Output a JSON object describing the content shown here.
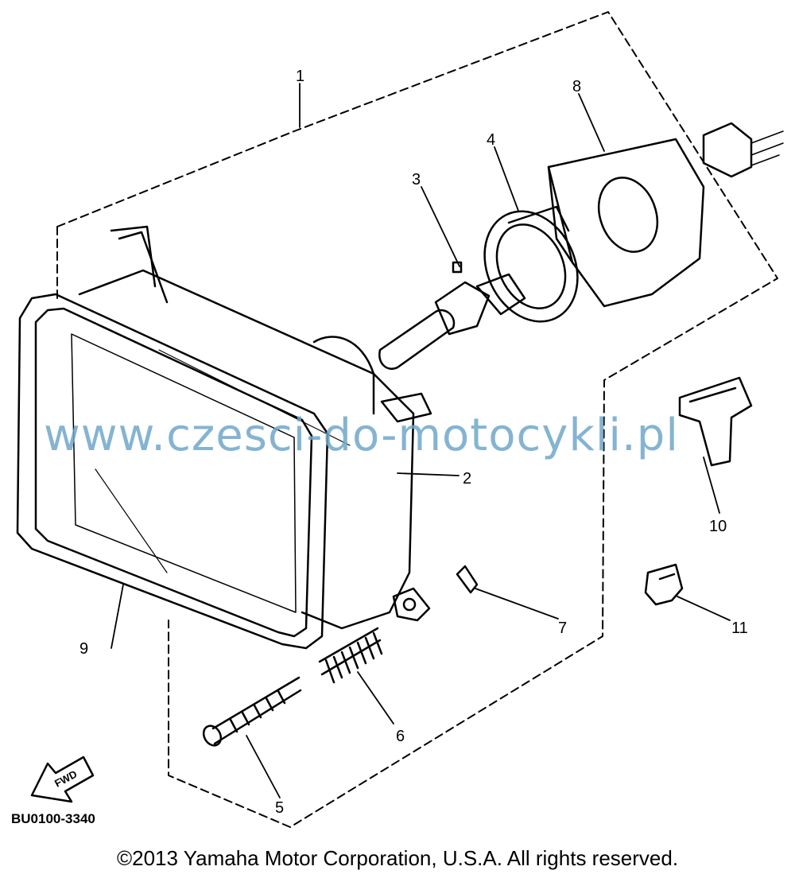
{
  "callouts": {
    "c1": "1",
    "c2": "2",
    "c3": "3",
    "c4": "4",
    "c5": "5",
    "c6": "6",
    "c7": "7",
    "c8": "8",
    "c9": "9",
    "c10": "10",
    "c11": "11"
  },
  "fwd_label": "FWD",
  "diagram_code": "BU0100-3340",
  "watermark": "www.czesci-do-motocykli.pl",
  "copyright": "©2013 Yamaha Motor Corporation, U.S.A. All rights reserved."
}
